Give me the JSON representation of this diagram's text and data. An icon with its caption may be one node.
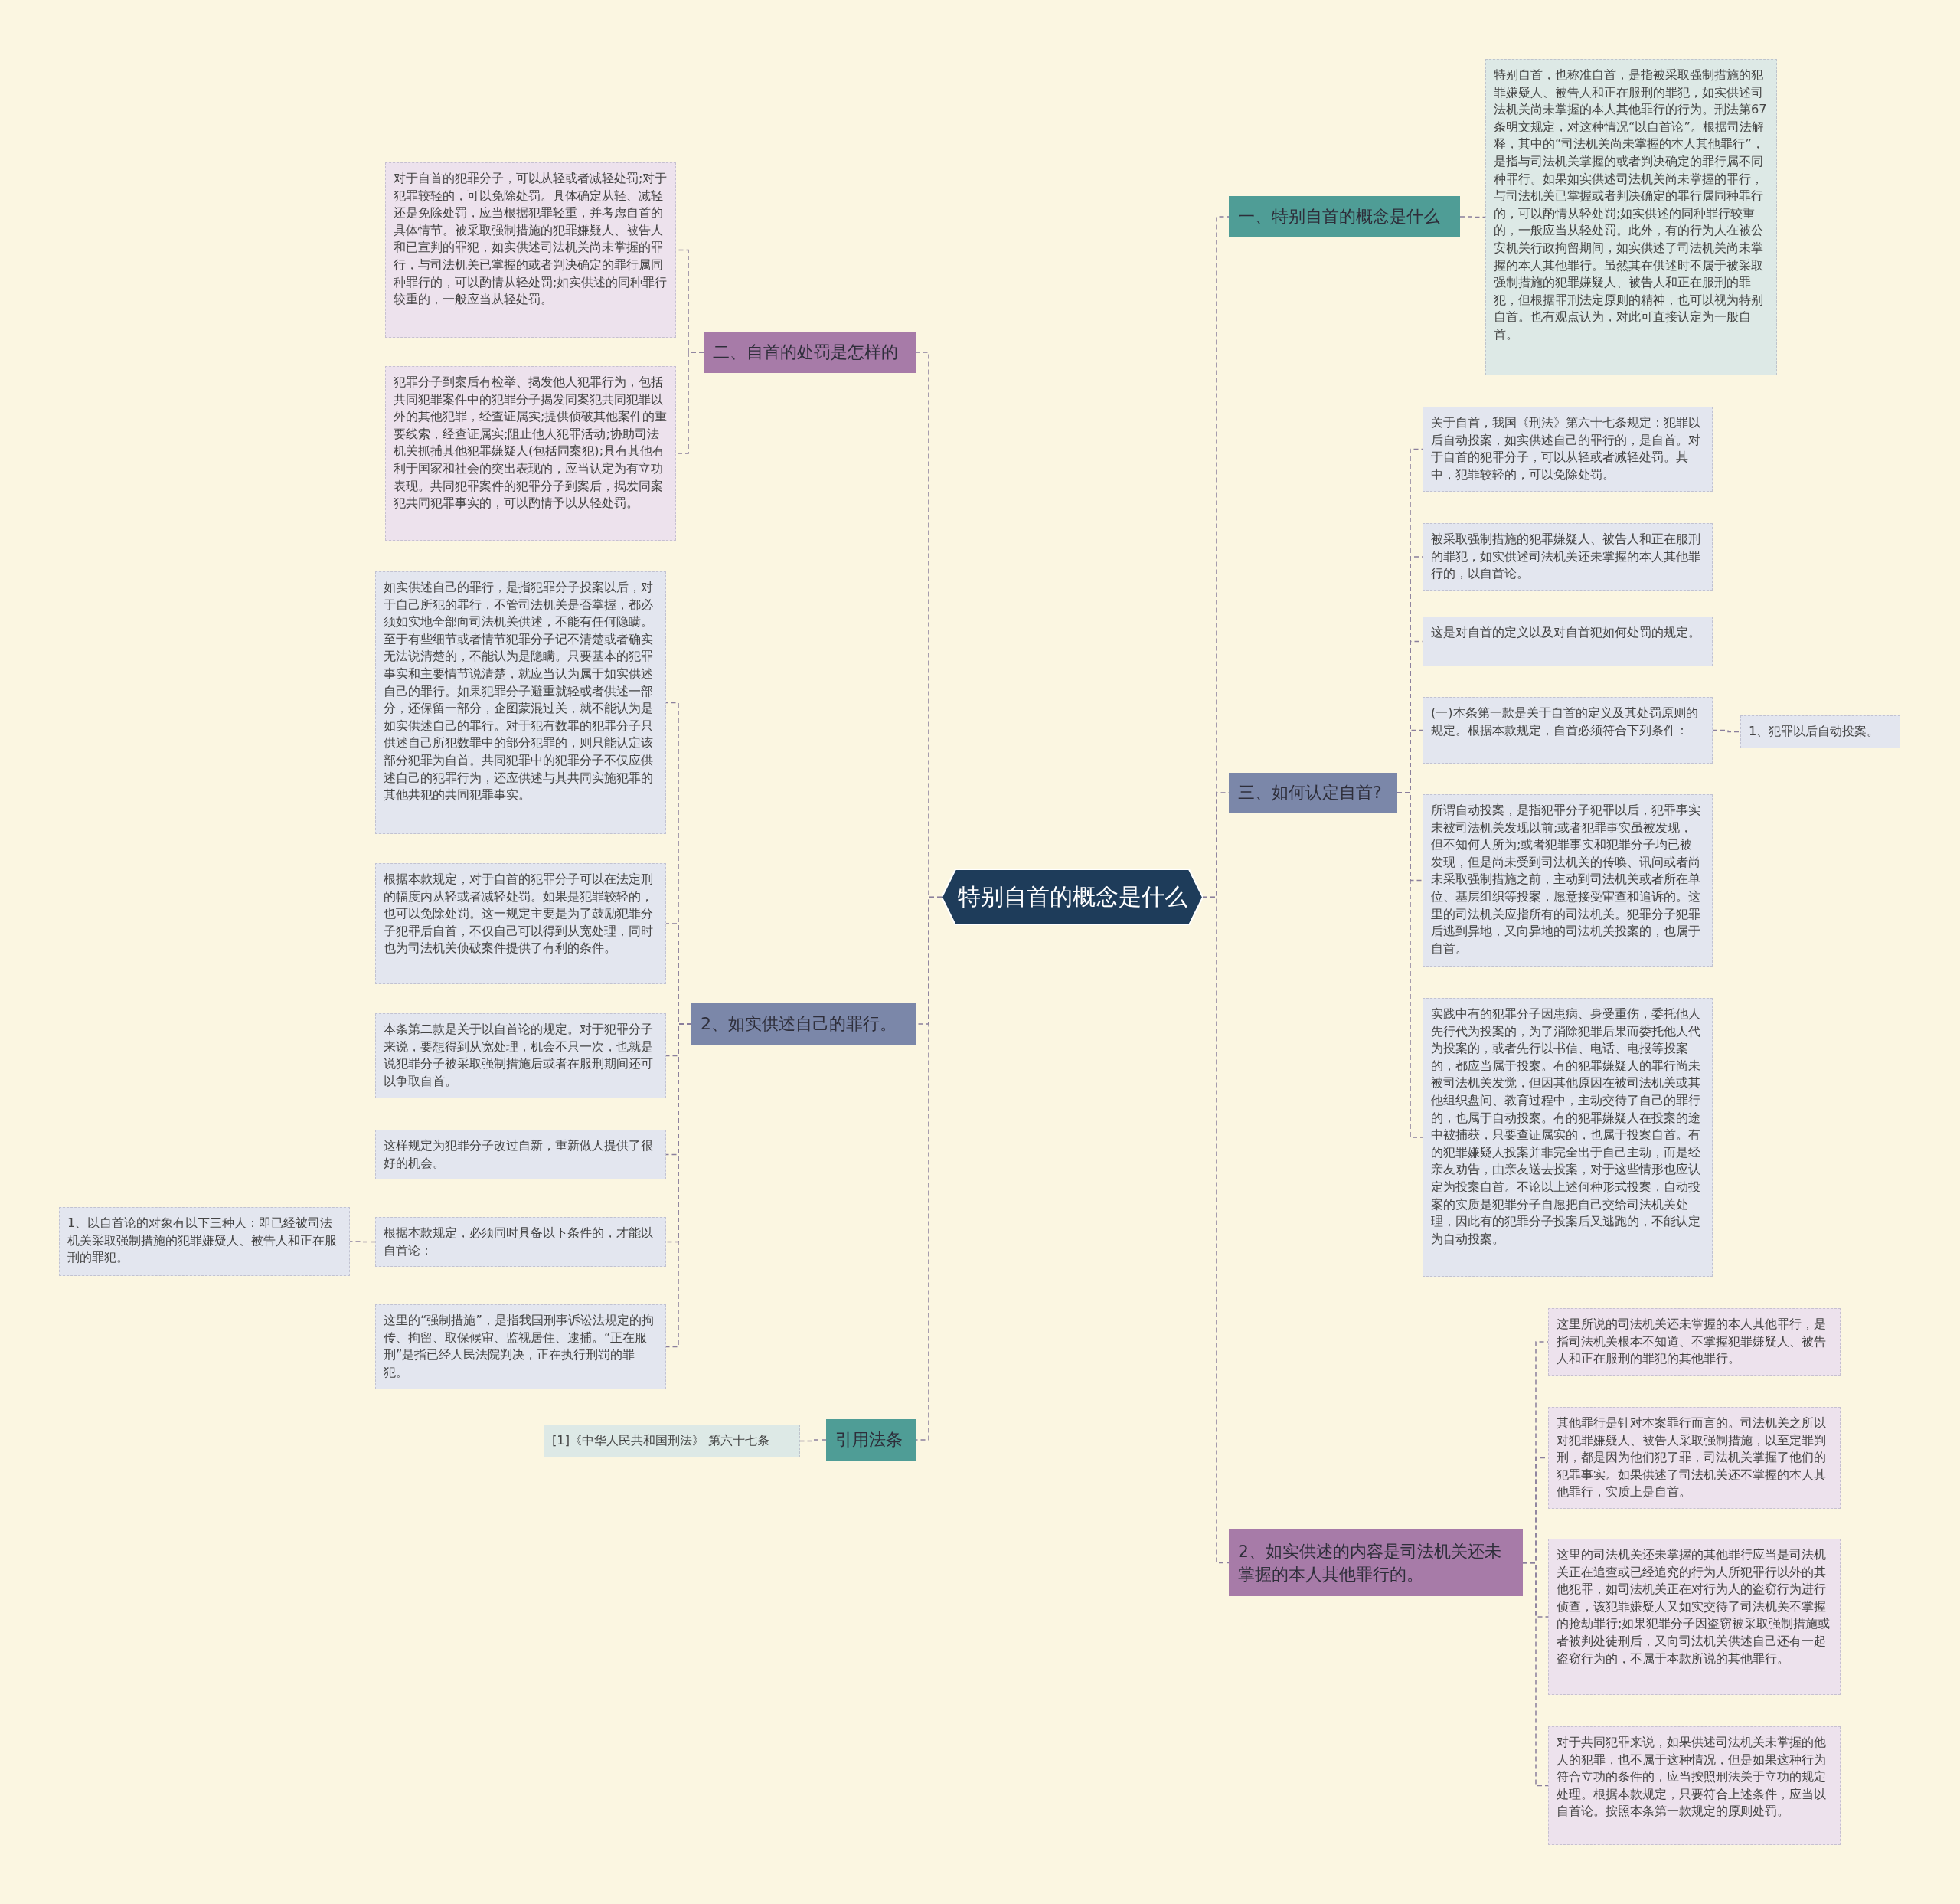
{
  "diagram": {
    "nodes": [
      {
        "text": [
          "特别自首的概念是什么"
        ]
      },
      {
        "text": [
          "一、特别自首的概念是什么"
        ]
      },
      {
        "text": [
          "特别自首，也称准自首，是指被采取强制措施的犯罪嫌疑人、被告人和正在服刑的罪犯，如实供述司法机关尚未掌握的本人其他罪行的行为。刑法第67条明文规定，对这种情况“以自首论”。根据司法解释，其中的“司法机关尚未掌握的本人其他罪行”，是指与司法机关掌握的或者判决确定的罪行属不同种罪行。如果如实供述司法机关尚未掌握的罪行，与司法机关已掌握或者判决确定的罪行属同种罪行的，可以酌情从轻处罚;如实供述的同种罪行较重的，一般应当从轻处罚。此外，有的行为人在被公安机关行政拘留期间，如实供述了司法机关尚未掌握的本人其他罪行。虽然其在供述时不属于被采取强制措施的犯罪嫌疑人、被告人和正在服刑的罪犯，但根据罪刑法定原则的精神，也可以视为特别自首。也有观点认为，对此可直接认定为一般自首。"
        ]
      },
      {
        "text": [
          "三、如何认定自首?"
        ]
      },
      {
        "text": [
          "关于自首，我国《刑法》第六十七条规定：犯罪以后自动投案，如实供述自己的罪行的，是自首。对于自首的犯罪分子，可以从轻或者减轻处罚。其中，犯罪较轻的，可以免除处罚。"
        ]
      },
      {
        "text": [
          "被采取强制措施的犯罪嫌疑人、被告人和正在服刑的罪犯，如实供述司法机关还未掌握的本人其他罪行的，以自首论。"
        ]
      },
      {
        "text": [
          "这是对自首的定义以及对自首犯如何处罚的规定。"
        ]
      },
      {
        "text": [
          "(一)本条第一款是关于自首的定义及其处罚原则的规定。根据本款规定，自首必须符合下列条件："
        ]
      },
      {
        "text": [
          "1、犯罪以后自动投案。"
        ]
      },
      {
        "text": [
          "所谓自动投案，是指犯罪分子犯罪以后，犯罪事实未被司法机关发现以前;或者犯罪事实虽被发现，但不知何人所为;或者犯罪事实和犯罪分子均已被发现，但是尚未受到司法机关的传唤、讯问或者尚未采取强制措施之前，主动到司法机关或者所在单位、基层组织等投案，愿意接受审查和追诉的。这里的司法机关应指所有的司法机关。犯罪分子犯罪后逃到异地，又向异地的司法机关投案的，也属于自首。"
        ]
      },
      {
        "text": [
          "实践中有的犯罪分子因患病、身受重伤，委托他人先行代为投案的，为了消除犯罪后果而委托他人代为投案的，或者先行以书信、电话、电报等投案的，都应当属于投案。有的犯罪嫌疑人的罪行尚未被司法机关发觉，但因其他原因在被司法机关或其他组织盘问、教育过程中，主动交待了自己的罪行的，也属于自动投案。有的犯罪嫌疑人在投案的途中被捕获，只要查证属实的，也属于投案自首。有的犯罪嫌疑人投案并非完全出于自己主动，而是经亲友劝告，由亲友送去投案，对于这些情形也应认定为投案自首。不论以上述何种形式投案，自动投案的实质是犯罪分子自愿把自己交给司法机关处理，因此有的犯罪分子投案后又逃跑的，不能认定为自动投案。"
        ]
      },
      {
        "text": [
          "2、如实供述的内容是司法机关还未掌握的本人其他罪行的。"
        ]
      },
      {
        "text": [
          "这里所说的司法机关还未掌握的本人其他罪行，是指司法机关根本不知道、不掌握犯罪嫌疑人、被告人和正在服刑的罪犯的其他罪行。"
        ]
      },
      {
        "text": [
          "其他罪行是针对本案罪行而言的。司法机关之所以对犯罪嫌疑人、被告人采取强制措施，以至定罪判刑，都是因为他们犯了罪，司法机关掌握了他们的犯罪事实。如果供述了司法机关还不掌握的本人其他罪行，实质上是自首。"
        ]
      },
      {
        "text": [
          "这里的司法机关还未掌握的其他罪行应当是司法机关正在追查或已经追究的行为人所犯罪行以外的其他犯罪，如司法机关正在对行为人的盗窃行为进行侦查，该犯罪嫌疑人又如实交待了司法机关不掌握的抢劫罪行;如果犯罪分子因盗窃被采取强制措施或者被判处徒刑后，又向司法机关供述自己还有一起盗窃行为的，不属于本款所说的其他罪行。"
        ]
      },
      {
        "text": [
          "对于共同犯罪来说，如果供述司法机关未掌握的他人的犯罪，也不属于这种情况，但是如果这种行为符合立功的条件的，应当按照刑法关于立功的规定处理。根据本款规定，只要符合上述条件，应当以自首论。按照本条第一款规定的原则处罚。"
        ]
      },
      {
        "text": [
          "二、自首的处罚是怎样的"
        ]
      },
      {
        "text": [
          "对于自首的犯罪分子，可以从轻或者减轻处罚;对于犯罪较轻的，可以免除处罚。具体确定从轻、减轻还是免除处罚，应当根据犯罪轻重，并考虑自首的具体情节。被采取强制措施的犯罪嫌疑人、被告人和已宣判的罪犯，如实供述司法机关尚未掌握的罪行，与司法机关已掌握的或者判决确定的罪行属同种罪行的，可以酌情从轻处罚;如实供述的同种罪行较重的，一般应当从轻处罚。"
        ]
      },
      {
        "text": [
          "犯罪分子到案后有检举、揭发他人犯罪行为，包括共同犯罪案件中的犯罪分子揭发同案犯共同犯罪以外的其他犯罪，经查证属实;提供侦破其他案件的重要线索，经查证属实;阻止他人犯罪活动;协助司法机关抓捕其他犯罪嫌疑人(包括同案犯);具有其他有利于国家和社会的突出表现的，应当认定为有立功表现。共同犯罪案件的犯罪分子到案后，揭发同案犯共同犯罪事实的，可以酌情予以从轻处罚。"
        ]
      },
      {
        "text": [
          "2、如实供述自己的罪行。"
        ]
      },
      {
        "text": [
          "如实供述自己的罪行，是指犯罪分子投案以后，对于自己所犯的罪行，不管司法机关是否掌握，都必须如实地全部向司法机关供述，不能有任何隐瞒。至于有些细节或者情节犯罪分子记不清楚或者确实无法说清楚的，不能认为是隐瞒。只要基本的犯罪事实和主要情节说清楚，就应当认为属于如实供述自己的罪行。如果犯罪分子避重就轻或者供述一部分，还保留一部分，企图蒙混过关，就不能认为是如实供述自己的罪行。对于犯有数罪的犯罪分子只供述自己所犯数罪中的部分犯罪的，则只能认定该部分犯罪为自首。共同犯罪中的犯罪分子不仅应供述自己的犯罪行为，还应供述与其共同实施犯罪的其他共犯的共同犯罪事实。"
        ]
      },
      {
        "text": [
          "根据本款规定，对于自首的犯罪分子可以在法定刑的幅度内从轻或者减轻处罚。如果是犯罪较轻的，也可以免除处罚。这一规定主要是为了鼓励犯罪分子犯罪后自首，不仅自己可以得到从宽处理，同时也为司法机关侦破案件提供了有利的条件。"
        ]
      },
      {
        "text": [
          "本条第二款是关于以自首论的规定。对于犯罪分子来说，要想得到从宽处理，机会不只一次，也就是说犯罪分子被采取强制措施后或者在服刑期间还可以争取自首。"
        ]
      },
      {
        "text": [
          "这样规定为犯罪分子改过自新，重新做人提供了很好的机会。"
        ]
      },
      {
        "text": [
          "根据本款规定，必须同时具备以下条件的，才能以自首论："
        ]
      },
      {
        "text": [
          "1、以自首论的对象有以下三种人：即已经被司法机关采取强制措施的犯罪嫌疑人、被告人和正在服刑的罪犯。"
        ]
      },
      {
        "text": [
          "这里的“强制措施”，是指我国刑事诉讼法规定的拘传、拘留、取保候审、监视居住、逮捕。“正在服刑”是指已经人民法院判决，正在执行刑罚的罪犯。"
        ]
      },
      {
        "text": [
          "引用法条"
        ]
      },
      {
        "text": [
          "[1]《中华人民共和国刑法》 第六十七条"
        ]
      }
    ],
    "edges": [
      {
        "from": 0,
        "to": 1,
        "arrow": "none"
      },
      {
        "from": 1,
        "to": 2,
        "arrow": "none"
      },
      {
        "from": 0,
        "to": 3,
        "arrow": "none"
      },
      {
        "from": 3,
        "to": 4,
        "arrow": "none"
      },
      {
        "from": 3,
        "to": 5,
        "arrow": "none"
      },
      {
        "from": 3,
        "to": 6,
        "arrow": "none"
      },
      {
        "from": 3,
        "to": 7,
        "arrow": "none"
      },
      {
        "from": 7,
        "to": 8,
        "arrow": "none"
      },
      {
        "from": 3,
        "to": 9,
        "arrow": "none"
      },
      {
        "from": 3,
        "to": 10,
        "arrow": "none"
      },
      {
        "from": 0,
        "to": 11,
        "arrow": "none"
      },
      {
        "from": 11,
        "to": 12,
        "arrow": "none"
      },
      {
        "from": 11,
        "to": 13,
        "arrow": "none"
      },
      {
        "from": 11,
        "to": 14,
        "arrow": "none"
      },
      {
        "from": 11,
        "to": 15,
        "arrow": "none"
      },
      {
        "from": 0,
        "to": 16,
        "arrow": "none"
      },
      {
        "from": 16,
        "to": 17,
        "arrow": "none"
      },
      {
        "from": 16,
        "to": 18,
        "arrow": "none"
      },
      {
        "from": 0,
        "to": 19,
        "arrow": "none"
      },
      {
        "from": 19,
        "to": 20,
        "arrow": "none"
      },
      {
        "from": 19,
        "to": 21,
        "arrow": "none"
      },
      {
        "from": 19,
        "to": 22,
        "arrow": "none"
      },
      {
        "from": 19,
        "to": 23,
        "arrow": "none"
      },
      {
        "from": 19,
        "to": 24,
        "arrow": "none"
      },
      {
        "from": 24,
        "to": 25,
        "arrow": "none"
      },
      {
        "from": 19,
        "to": 26,
        "arrow": "none"
      },
      {
        "from": 0,
        "to": 27,
        "arrow": "none"
      },
      {
        "from": 27,
        "to": 28,
        "arrow": "none"
      }
    ]
  }
}
